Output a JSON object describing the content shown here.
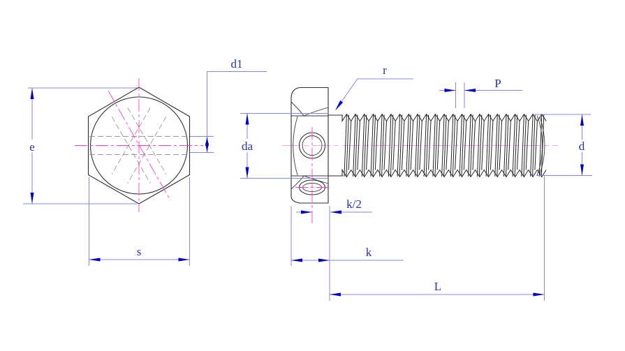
{
  "drawing": {
    "type": "engineering-cad-drawing",
    "subject": "hex head bolt with drilled head, two orthographic views",
    "background": "#ffffff",
    "labels": {
      "e": "e",
      "s": "s",
      "d1": "d1",
      "da": "da",
      "r": "r",
      "P": "P",
      "d": "d",
      "k_half": "k/2",
      "k": "k",
      "L": "L"
    },
    "colors": {
      "dimension_line": "#8585e8",
      "dimension_text": "#2233bb",
      "arrow": "#0000cc",
      "outline": "#2f2f2f",
      "hidden_line": "#979797",
      "centerline_magenta": "#ff3ad6",
      "axis_centerline_pink": "#ffa6e6"
    },
    "views": {
      "front": "hex head front view with inscribed circle and lockwire hole hidden lines",
      "side": "bolt side view with fully threaded shank and drilled hex head"
    }
  }
}
